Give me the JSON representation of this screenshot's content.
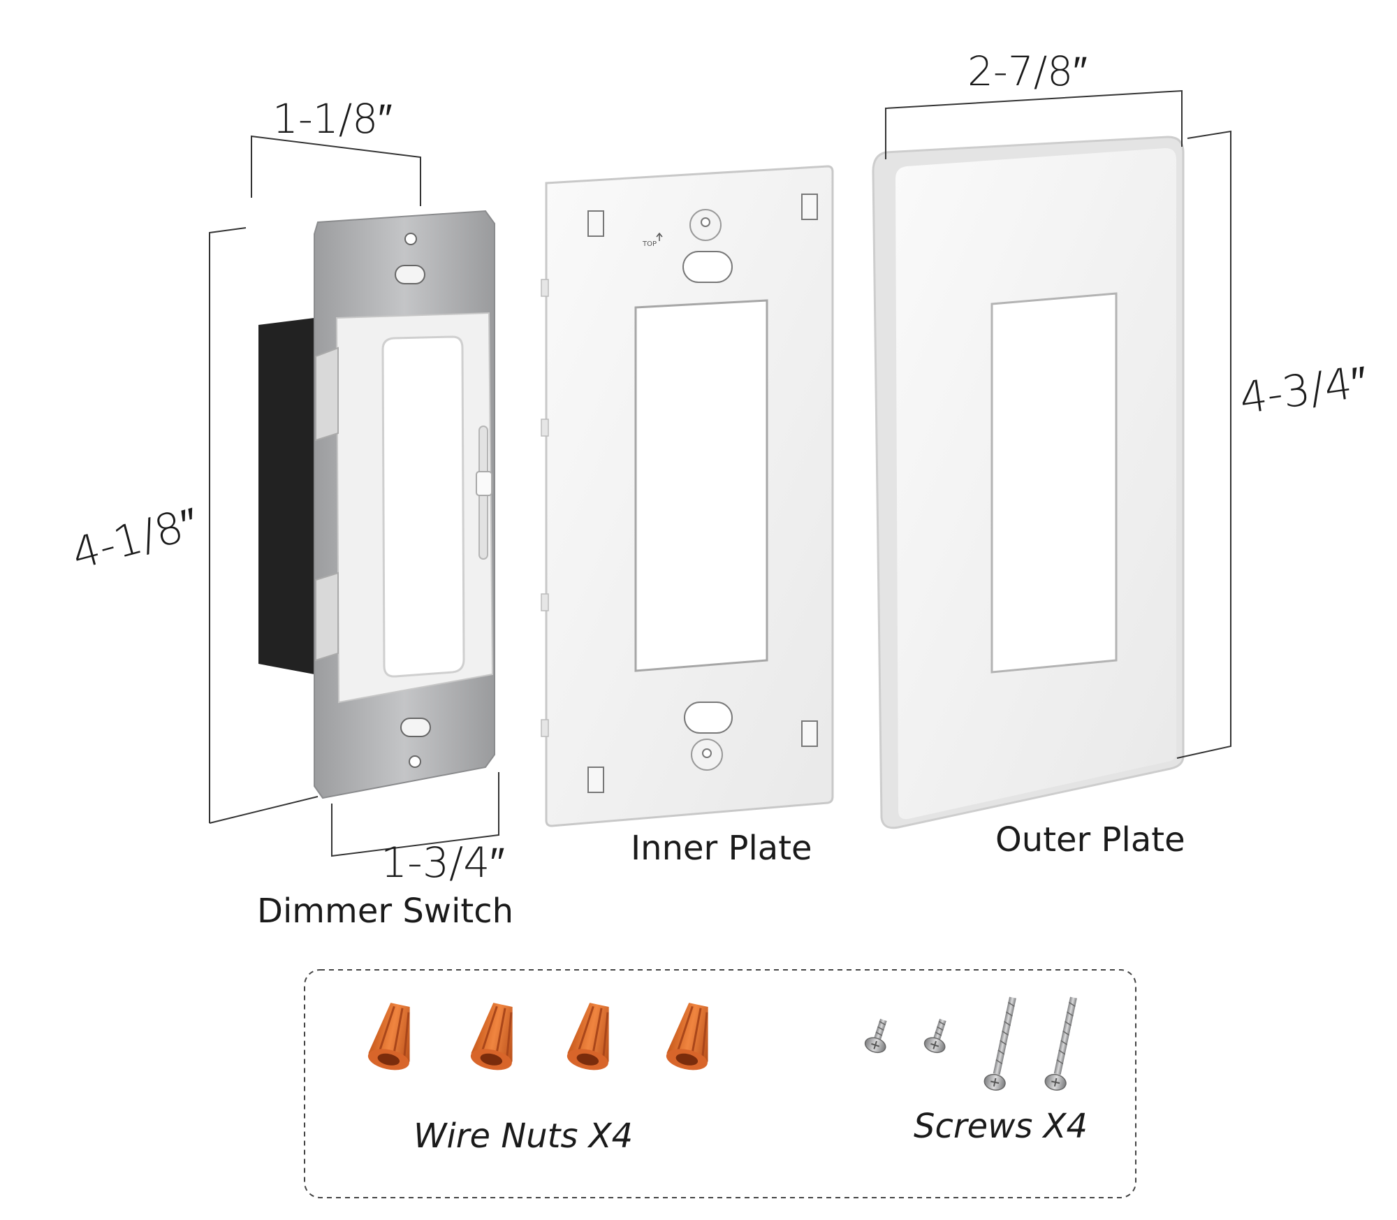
{
  "dimensions": {
    "switch_width": "1-1/8″",
    "switch_height": "4-1/8″",
    "switch_depth": "1-3/4″",
    "plate_width": "2-7/8″",
    "plate_height": "4-3/4″"
  },
  "inner_plate": {
    "top_marker": "TOP"
  },
  "labels": {
    "dimmer_switch": "Dimmer Switch",
    "inner_plate": "Inner Plate",
    "outer_plate": "Outer Plate",
    "wire_nuts": "Wire Nuts X4",
    "screws": "Screws X4"
  },
  "colors": {
    "wire_nut": "#E8722A",
    "metal_strap": "#A9AAAC",
    "switch_body": "#2B2B2B",
    "plate_white": "#F4F4F4"
  }
}
